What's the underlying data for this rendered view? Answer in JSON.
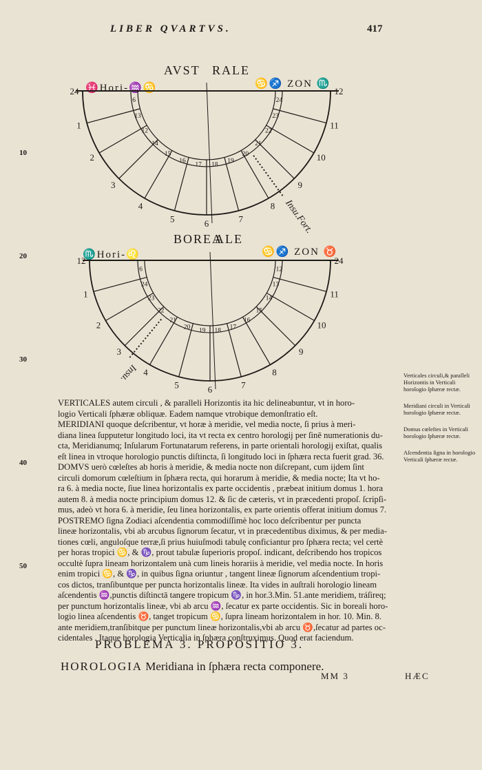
{
  "header": {
    "running_head": "LIBER QVARTVS.",
    "page_number": "417"
  },
  "diagrams": {
    "upper": {
      "title_left": "AVST",
      "title_right": "RALE",
      "horizon_left": "Hori-",
      "horizon_right": "ZON",
      "sign_left_a": "♓",
      "sign_left_b": "♒",
      "sign_left_c": "♋",
      "sign_right_a": "♋",
      "sign_right_b": "♐",
      "sign_right_c": "♏",
      "outer_hours": [
        "24",
        "1",
        "2",
        "3",
        "4",
        "5",
        "6",
        "7",
        "8",
        "9",
        "10",
        "11",
        "12"
      ],
      "inner_hours": [
        "6",
        "13",
        "12",
        "14",
        "15",
        "16",
        "17",
        "18",
        "19",
        "20",
        "21",
        "22",
        "23",
        "24"
      ],
      "house_label": "Insu.Fort."
    },
    "lower": {
      "title_left": "BOREA",
      "title_right": "ALE",
      "horizon_left": "Hori-",
      "horizon_right": "ZON",
      "sign_left_a": "♏",
      "sign_left_b": "♌",
      "sign_right_a": "♋",
      "sign_right_b": "♐",
      "sign_right_c": "♉",
      "outer_hours": [
        "12",
        "1",
        "2",
        "3",
        "4",
        "5",
        "6",
        "7",
        "8",
        "9",
        "10",
        "11",
        "24"
      ],
      "inner_hours": [
        "6",
        "24",
        "23",
        "22",
        "21",
        "20",
        "19",
        "18",
        "17",
        "16",
        "15",
        "14",
        "13",
        "12"
      ],
      "house_label": "Insu."
    }
  },
  "line_numbers": [
    "10",
    "20",
    "30",
    "40",
    "50"
  ],
  "body": {
    "lines": [
      "VERTICALES autem circuli , & paralleli Horizontis ita hic delineabuntur, vt in horo-",
      "logio Verticali ſphæræ obliquæ. Eadem namque vtrobique demonſtratio eſt.",
      "MERIDIANI quoque deſcribentur, vt horæ à meridie, vel media nocte, ſi prius à meri-",
      "diana linea ſupputetur longitudo loci, ita vt recta ex centro horologij per ſinē numerationis du-",
      "cta, Meridianumq; Inſularum Fortunatarum referens, in parte orientali horologij exiſtat, qualis",
      "eſt linea in vtroque horologio punctis diſtincta, ſi longitudo loci in ſphæra recta fuerit grad. 36.",
      "DOMVS uerò cœleſtes ab horis à meridie, & media nocte non diſcrepant, cum ijdem ſint",
      "circuli domorum cœleſtium in ſphæra recta, qui horarum à meridie, & media nocte; Ita vt ho-",
      "ra 6. à media nocte, ſiue linea horizontalis ex parte occidentis , præbeat initium domus 1. hora",
      "autem 8. à media nocte principium domus 12. & ſic de cæteris, vt in præcedenti propoſ. ſcripſi-",
      "mus, adeò vt hora 6. à meridie, ſeu linea horizontalis, ex parte orientis offerat initium domus 7.",
      "POSTREMO ſigna Zodiaci aſcendentia commodiſſimè hoc loco deſcribentur per puncta",
      "lineæ horizontalis, vbi ab arcubus ſignorum ſecatur, vt in præcedentibus diximus, & per media-",
      "tiones cœli, anguloſque terræ,ſi prius huiuſmodi tabulę conficiantur pro ſphæra recta; vel certè",
      "per horas tropici ♋, & ♑, prout tabulæ ſuperioris propoſ. indicant, deſcribendo hos tropicos",
      "occultè ſupra lineam horizontalem unà cum lineis horariis à meridie, vel media nocte. In horis",
      "enim tropici ♋, & ♑, in quibus ſigna oriuntur , tangent lineæ ſignorum aſcendentium tropi-",
      "cos dictos, tranſibuntque per puncta horizontalis lineæ. Ita vides in auſtrali horologio lineam",
      "aſcendentis ♒,punctis diſtinctā tangere tropicum ♑, in hor.3.Min. 51.ante meridiem, tráſireq;",
      "per punctum horizontalis lineæ, vbi ab arcu ♒, ſecatur ex parte occidentis. Sic in boreali horo-",
      "logio linea aſcendentis ♉, tanget tropicum ♋, ſupra lineam horizontalem in hor. 10. Min. 8.",
      "ante meridiem,tranſibitque per punctum lineæ horizontalis,vbi ab arcu ♉,ſecatur ad partes oc-",
      "cidentales . Itaque horologia Verticalia in ſphæra conſtruximus. Quod erat faciendum."
    ]
  },
  "margin_notes": [
    "Verticales circuli,& paralleli Horizontis in Verticali horologio ſphæræ rectæ.",
    "Meridiani circuli in Verticali horologio ſphæræ rectæ.",
    "Domus cœleſtes in Verticali horologio ſphæræ rectæ.",
    "Aſcendentia ſigna in horologio Verticali ſphæræ rectæ."
  ],
  "problem": {
    "title": "PROBLEMA 3. PROPOSITIO 3.",
    "subtitle_caps": "HOROLOGIA",
    "subtitle_rest": "Meridiana in ſphæra recta componere."
  },
  "footer": {
    "signature": "MM 3",
    "catchword": "HÆC"
  }
}
